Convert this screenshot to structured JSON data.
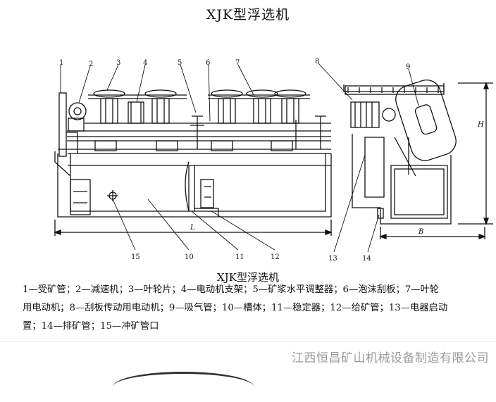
{
  "title": "XJK型浮选机",
  "caption_title": "XJK型浮选机",
  "callouts": [
    "1",
    "2",
    "3",
    "4",
    "5",
    "6",
    "7",
    "8",
    "9",
    "10",
    "11",
    "12",
    "13",
    "14",
    "15"
  ],
  "dimensions": {
    "length": "L",
    "width": "B",
    "height": "H"
  },
  "legend_lines": [
    "1—受矿管；2—减速机；3—叶轮片；4—电动机支架；5—矿浆水平调整器；6—泡沫刮板；7—叶轮",
    "用电动机；8—刮板传动用电动机；9—吸气管；10—槽体；11—稳定器；12—给矿管；13—电器启动",
    "置；14—排矿管；15—冲矿管口"
  ],
  "footer": "江西恒昌矿山机械设备制造有限公司"
}
